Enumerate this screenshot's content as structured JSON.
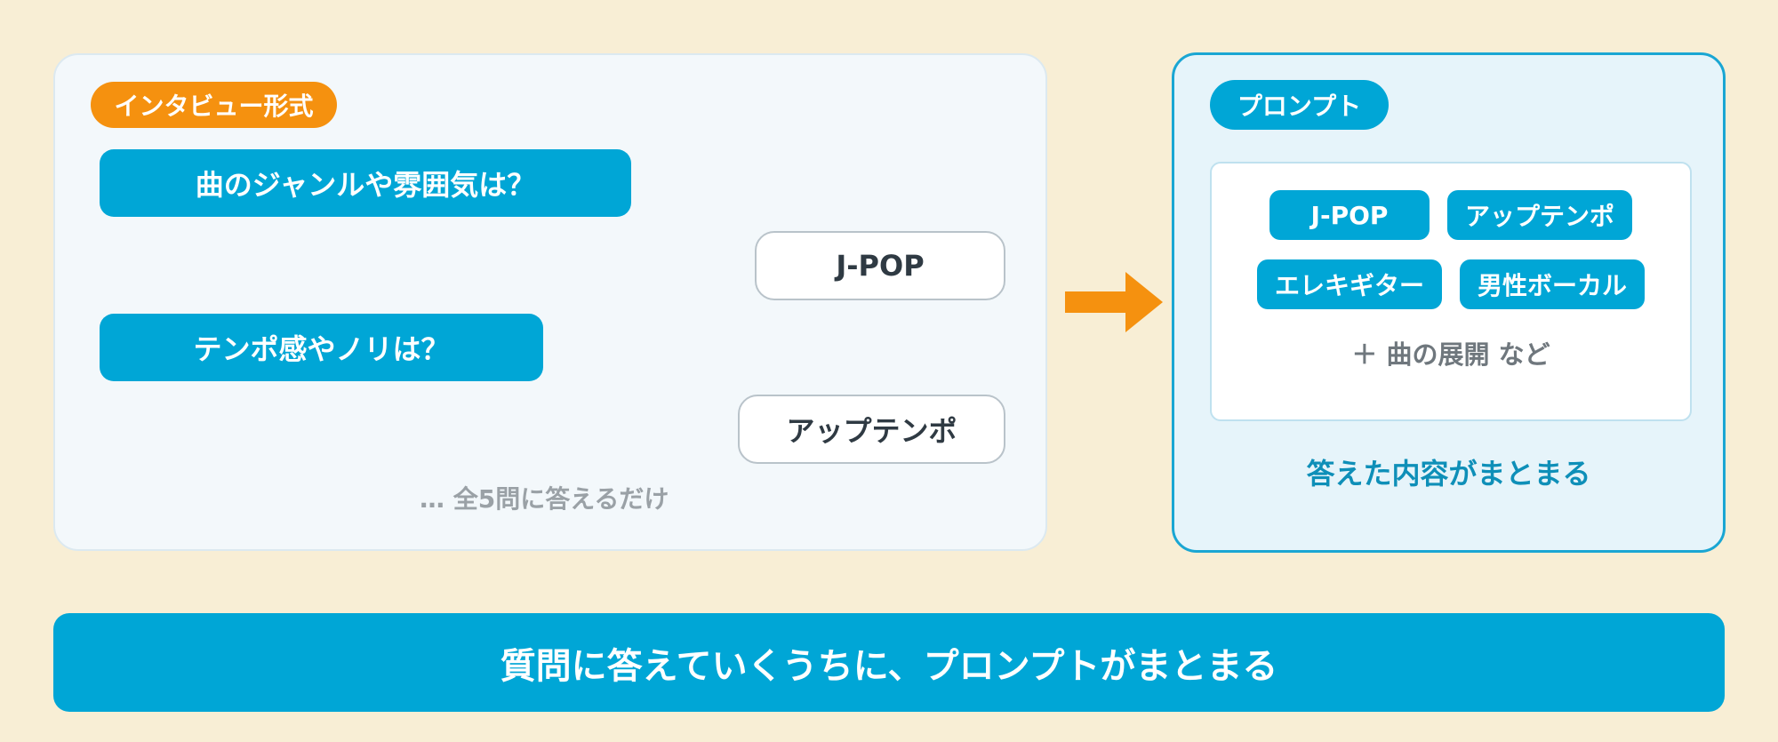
{
  "interview": {
    "tag_label": "インタビュー形式",
    "questions": [
      "曲のジャンルや雰囲気は？",
      "テンポ感やノリは？"
    ],
    "answers": [
      "J-POP",
      "アップテンポ"
    ],
    "footnote": "… 全5問に答えるだけ"
  },
  "arrow": {
    "icon": "arrow-right-icon",
    "color": "#f5910f"
  },
  "prompt": {
    "tag_label": "プロンプト",
    "chips": [
      "J-POP",
      "アップテンポ",
      "エレキギター",
      "男性ボーカル"
    ],
    "more": "＋ 曲の展開 など",
    "summary": "答えた内容がまとまる"
  },
  "banner": {
    "text": "質問に答えていくうちに、プロンプトがまとまる"
  },
  "colors": {
    "background": "#f8eed5",
    "accent_blue": "#00a6d6",
    "accent_orange": "#f5910f"
  }
}
